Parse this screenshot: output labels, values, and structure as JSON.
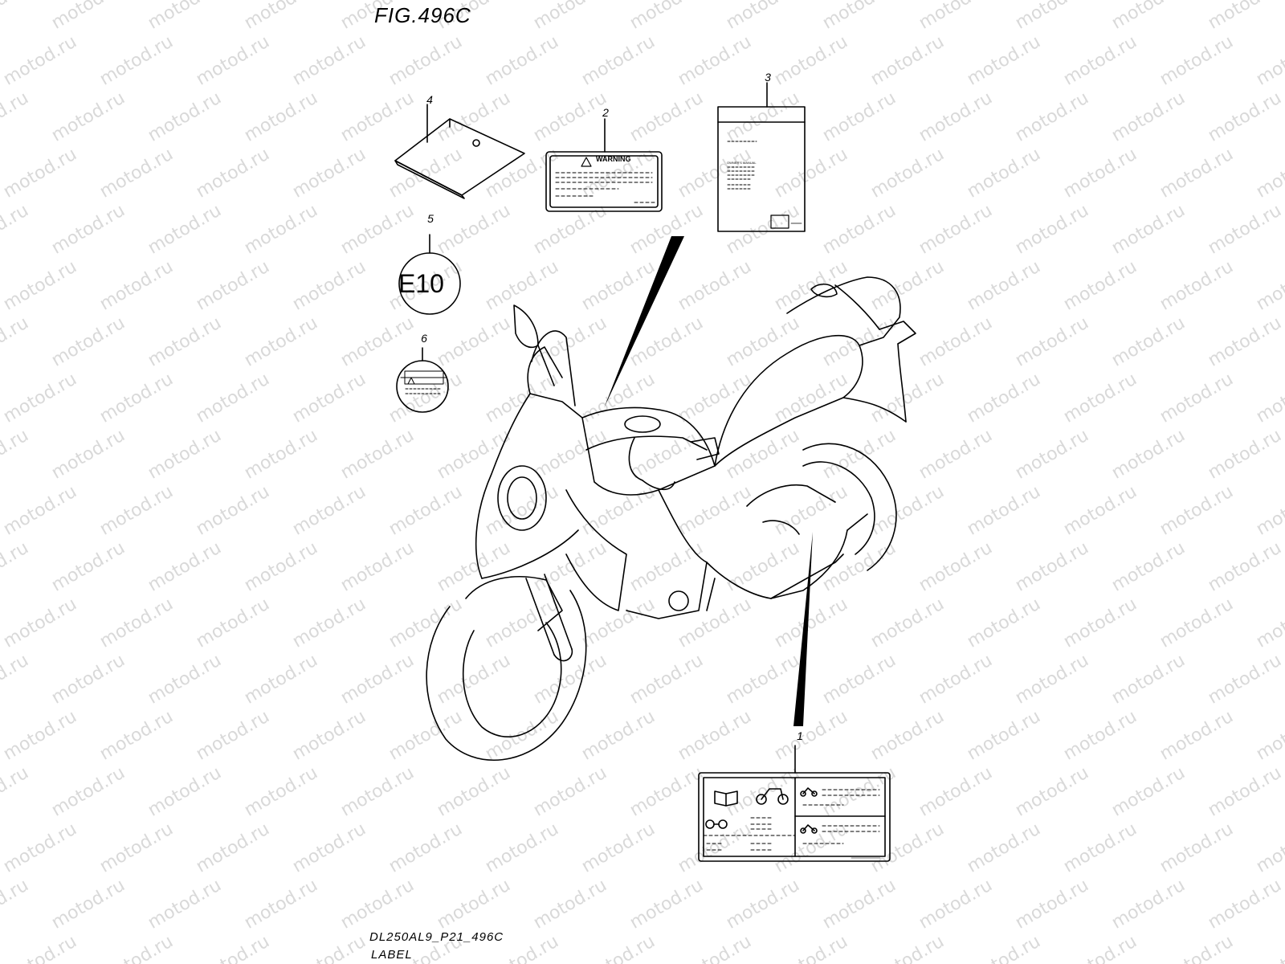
{
  "figure": {
    "title": "FIG.496C",
    "model_code": "DL250AL9_P21_496C",
    "caption": "LABEL"
  },
  "watermark": {
    "text": "motod.ru"
  },
  "callouts": [
    {
      "label": "1"
    },
    {
      "label": "2"
    },
    {
      "label": "3"
    },
    {
      "label": "4"
    },
    {
      "label": "5"
    },
    {
      "label": "6"
    }
  ],
  "labels": {
    "warning_label_text": "WARNING",
    "fuel_label_text": "E10",
    "owners_manual_text": "OWNER'S MANUAL"
  }
}
